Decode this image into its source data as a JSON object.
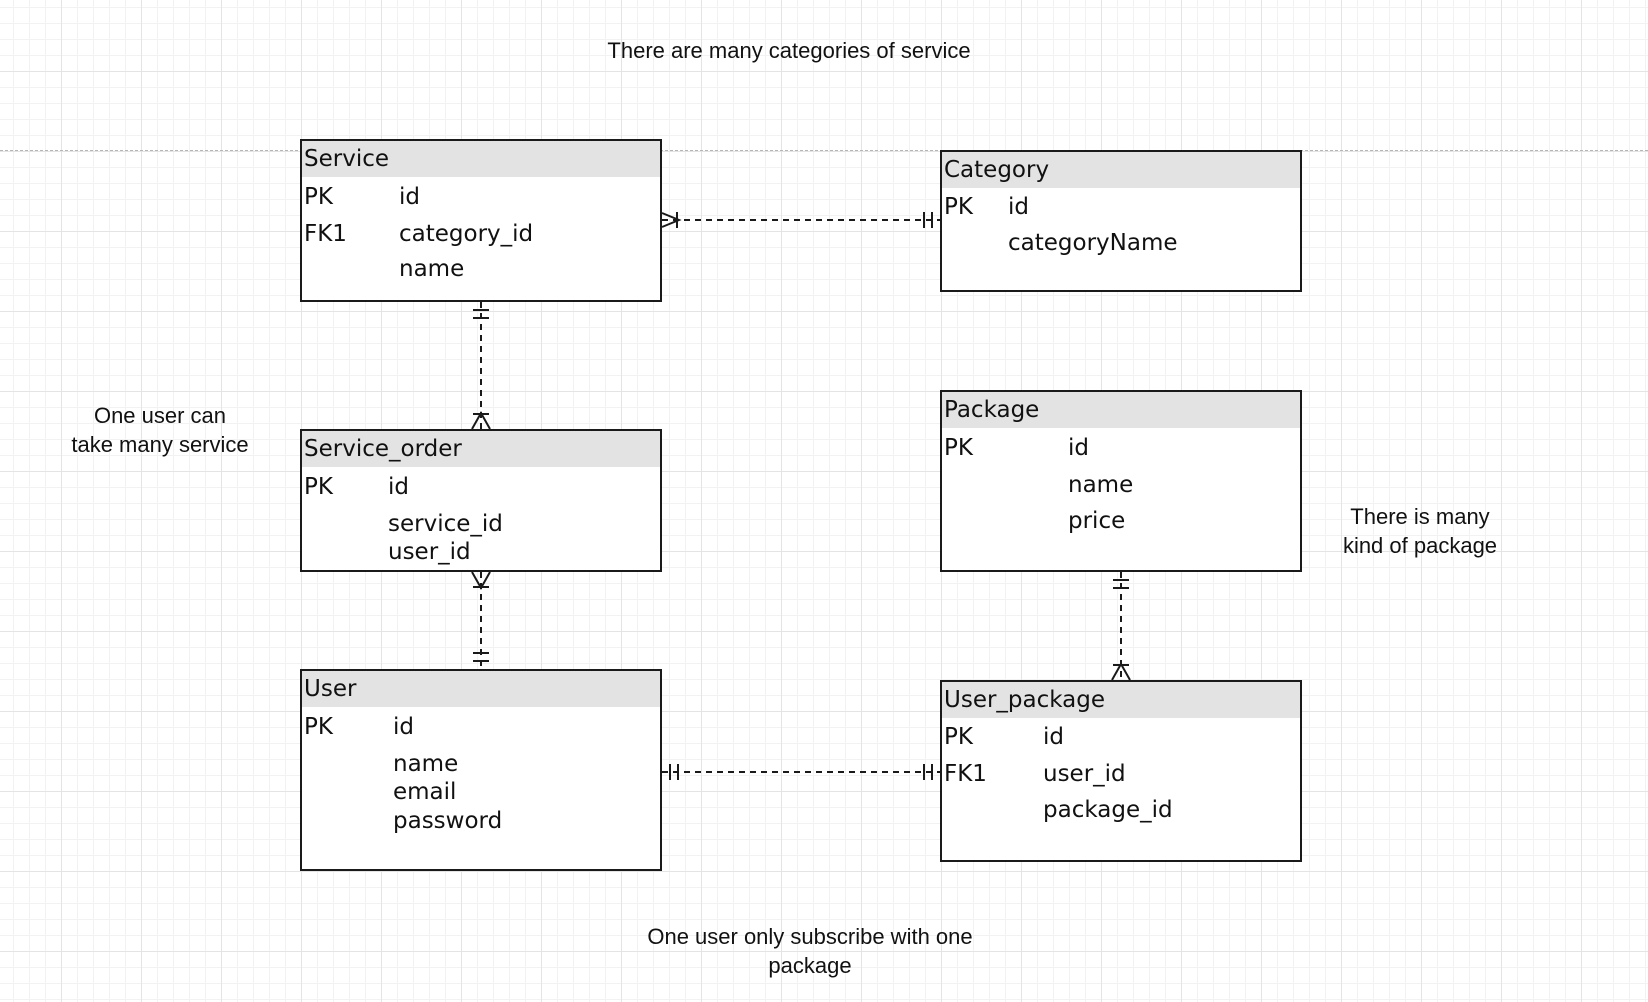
{
  "notes": {
    "top": "There are many categories of service",
    "left": "One user can\ntake many service",
    "right": "There is many\nkind of package",
    "bottom": "One user only subscribe with one\npackage"
  },
  "entities": {
    "service": {
      "title": "Service",
      "rows": [
        {
          "key": "PK",
          "field": "id"
        },
        {
          "key": "FK1",
          "field": "category_id"
        },
        {
          "key": "",
          "field": "name"
        }
      ]
    },
    "category": {
      "title": "Category",
      "rows": [
        {
          "key": "PK",
          "field": "id"
        },
        {
          "key": "",
          "field": "categoryName"
        }
      ]
    },
    "service_order": {
      "title": "Service_order",
      "rows": [
        {
          "key": "PK",
          "field": "id"
        },
        {
          "key": "",
          "field": "service_id"
        },
        {
          "key": "",
          "field": "user_id"
        }
      ]
    },
    "package": {
      "title": "Package",
      "rows": [
        {
          "key": "PK",
          "field": "id"
        },
        {
          "key": "",
          "field": "name"
        },
        {
          "key": "",
          "field": "price"
        }
      ]
    },
    "user": {
      "title": "User",
      "rows": [
        {
          "key": "PK",
          "field": "id"
        },
        {
          "key": "",
          "field": "name"
        },
        {
          "key": "",
          "field": "email"
        },
        {
          "key": "",
          "field": "password"
        }
      ]
    },
    "user_package": {
      "title": "User_package",
      "rows": [
        {
          "key": "PK",
          "field": "id"
        },
        {
          "key": "FK1",
          "field": "user_id"
        },
        {
          "key": "",
          "field": "package_id"
        }
      ]
    }
  },
  "relationships": [
    {
      "from": "Service",
      "to": "Category",
      "from_end": "many",
      "to_end": "one-mandatory"
    },
    {
      "from": "Service",
      "to": "Service_order",
      "from_end": "one-mandatory",
      "to_end": "one-or-many"
    },
    {
      "from": "Service_order",
      "to": "User",
      "from_end": "one-or-many",
      "to_end": "one-mandatory"
    },
    {
      "from": "User",
      "to": "User_package",
      "from_end": "one-mandatory",
      "to_end": "one-mandatory"
    },
    {
      "from": "Package",
      "to": "User_package",
      "from_end": "one-mandatory",
      "to_end": "one-or-many"
    }
  ],
  "colors": {
    "header": "#e3e3e3",
    "border": "#1a1a1a",
    "grid": "#e4e4e4",
    "page_break": "#b5b5b5"
  }
}
